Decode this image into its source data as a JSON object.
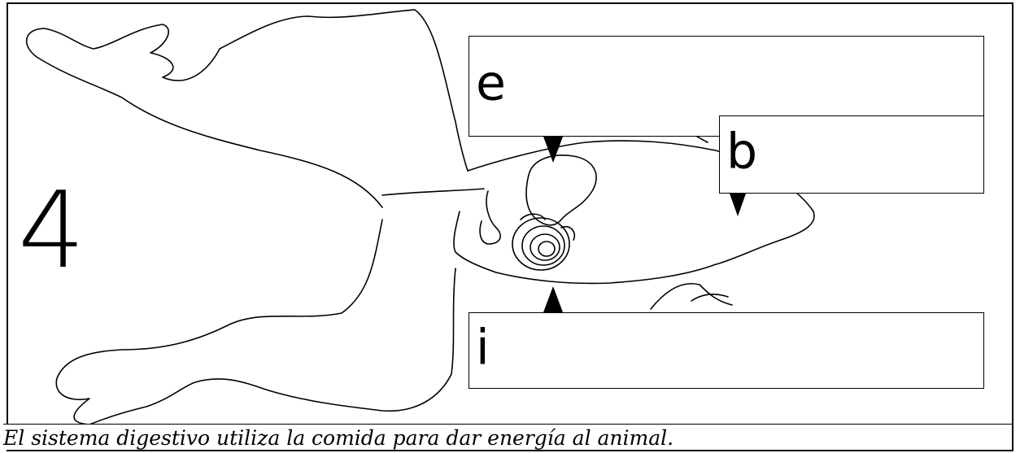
{
  "page_number": "4",
  "labels": [
    {
      "id": "e",
      "text": "e"
    },
    {
      "id": "b",
      "text": "b"
    },
    {
      "id": "i",
      "text": "i"
    }
  ],
  "caption": "El sistema digestivo utiliza la comida para dar energía al animal."
}
